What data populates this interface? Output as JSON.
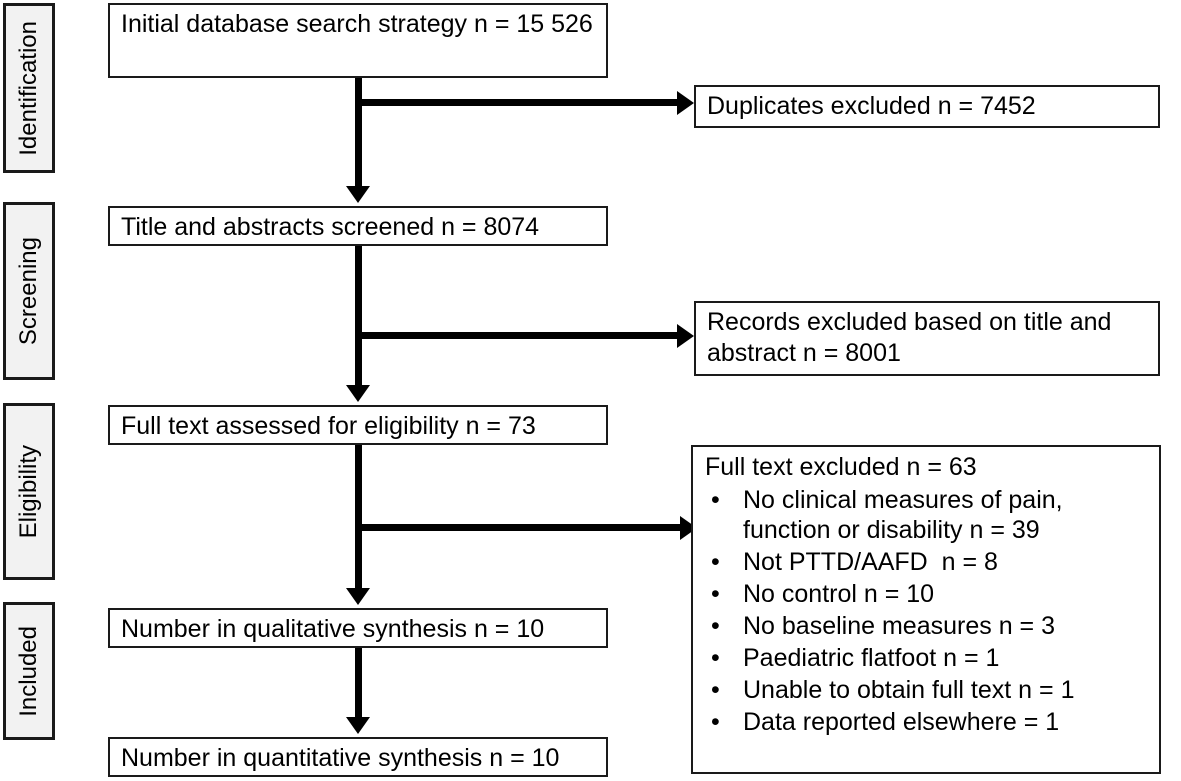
{
  "diagram": {
    "type": "prisma-flow-diagram",
    "stages": [
      {
        "id": "identification",
        "label": "Identification"
      },
      {
        "id": "screening",
        "label": "Screening"
      },
      {
        "id": "eligibility",
        "label": "Eligibility"
      },
      {
        "id": "included",
        "label": "Included"
      }
    ],
    "main_boxes": [
      {
        "id": "records-identified",
        "text": "Initial database search strategy n = 15 526"
      },
      {
        "id": "records-screened",
        "text": "Title and abstracts screened n = 8074"
      },
      {
        "id": "full-text-assessed",
        "text": "Full text assessed for eligibility n = 73"
      },
      {
        "id": "qualitative-synthesis",
        "text": "Number in qualitative synthesis n = 10"
      },
      {
        "id": "quantitative-synthesis",
        "text": "Number in quantitative synthesis n = 10"
      }
    ],
    "side_boxes": [
      {
        "id": "duplicates-excluded",
        "text": "Duplicates excluded n = 7452"
      },
      {
        "id": "records-excluded",
        "text": "Records excluded based on title and abstract n = 8001"
      }
    ],
    "exclusion_box": {
      "id": "full-text-excluded",
      "heading": "Full text excluded n = 63",
      "bullet_char": "•",
      "items": [
        "No clinical measures of pain, function or disability n = 39",
        "Not PTTD/AAFD  n = 8",
        "No control n = 10",
        "No baseline measures n = 3",
        "Paediatric flatfoot n = 1",
        "Unable to obtain full text n = 1",
        "Data reported elsewhere = 1"
      ]
    },
    "colors": {
      "border": "#1a1a1a",
      "stage_fill": "#f2f2f2",
      "box_fill": "#ffffff",
      "connector": "#000000",
      "text": "#000000"
    }
  }
}
